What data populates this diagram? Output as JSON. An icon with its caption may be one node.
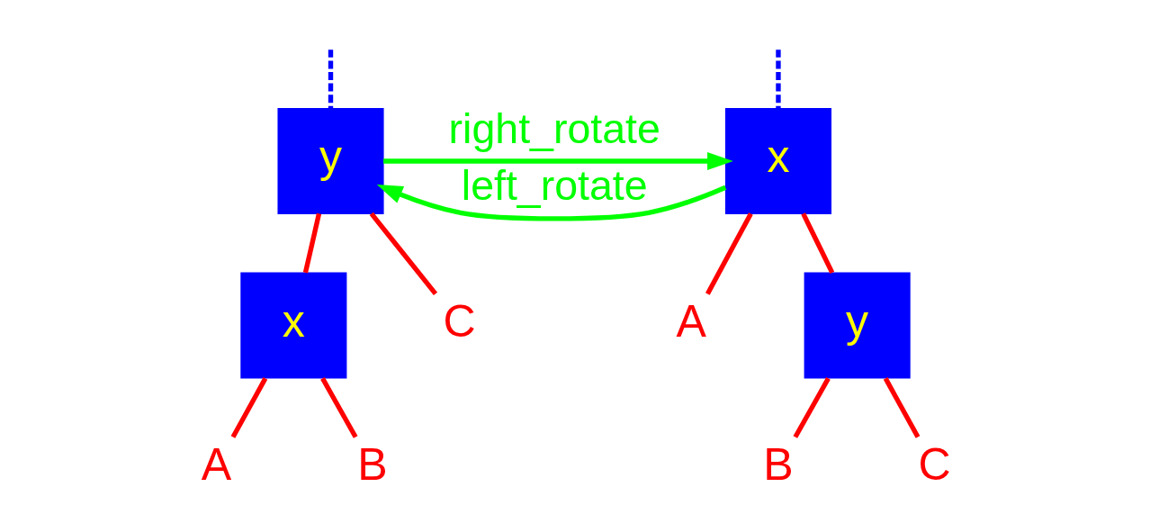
{
  "diagram": {
    "nodes": [
      {
        "text": [
          "y"
        ]
      },
      {
        "text": [
          "x"
        ]
      },
      {
        "text": [
          "A"
        ]
      },
      {
        "text": [
          "B"
        ]
      },
      {
        "text": [
          "C"
        ]
      },
      {
        "text": [
          "x"
        ]
      },
      {
        "text": [
          "y"
        ]
      },
      {
        "text": [
          "A"
        ]
      },
      {
        "text": [
          "B"
        ]
      },
      {
        "text": [
          "C"
        ]
      }
    ],
    "edges": [
      {
        "from": null,
        "to": 0,
        "arrow": "none",
        "style": "dashed",
        "color": "#0000ff"
      },
      {
        "from": 0,
        "to": 1,
        "arrow": "none"
      },
      {
        "from": 1,
        "to": 2,
        "arrow": "none"
      },
      {
        "from": 1,
        "to": 3,
        "arrow": "none"
      },
      {
        "from": 0,
        "to": 4,
        "arrow": "none"
      },
      {
        "from": null,
        "to": 5,
        "arrow": "none",
        "style": "dashed",
        "color": "#0000ff"
      },
      {
        "from": 5,
        "to": 7,
        "arrow": "none"
      },
      {
        "from": 5,
        "to": 6,
        "arrow": "none"
      },
      {
        "from": 6,
        "to": 8,
        "arrow": "none"
      },
      {
        "from": 6,
        "to": 9,
        "arrow": "none"
      },
      {
        "from": 0,
        "to": 5,
        "arrow": "to",
        "label": "right_rotate",
        "color": "#00ff00"
      },
      {
        "from": 5,
        "to": 0,
        "arrow": "to",
        "label": "left_rotate",
        "color": "#00ff00"
      }
    ]
  }
}
